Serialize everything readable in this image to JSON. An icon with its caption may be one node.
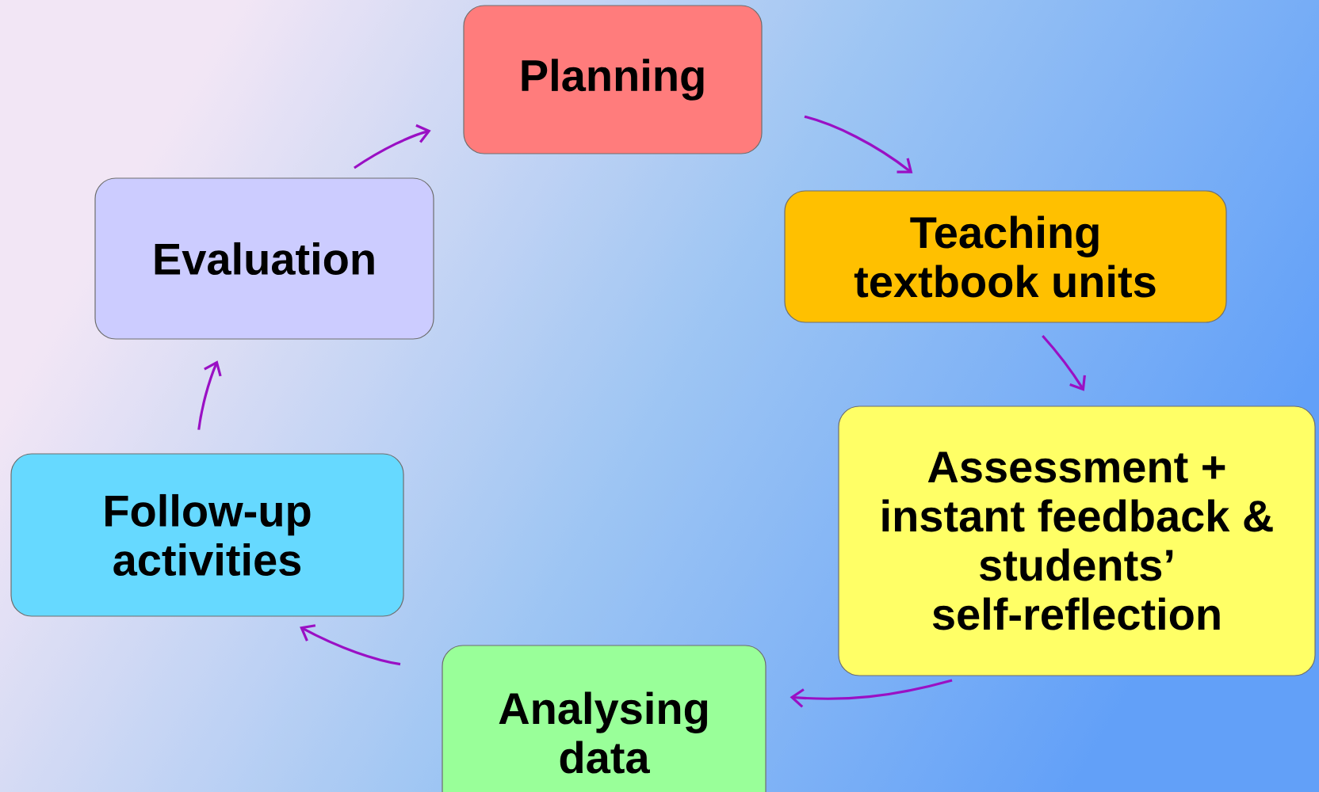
{
  "diagram": {
    "nodes": [
      {
        "text": [
          "Planning"
        ]
      },
      {
        "text": [
          "Teaching textbook units"
        ]
      },
      {
        "text": [
          "Assessment + instant feedback & students’ self-reflection"
        ]
      },
      {
        "text": [
          "Analysing data"
        ]
      },
      {
        "text": [
          "Follow-up activities"
        ]
      },
      {
        "text": [
          "Evaluation"
        ]
      }
    ],
    "edges": [
      {
        "from": 0,
        "to": 1,
        "arrow": "to"
      },
      {
        "from": 1,
        "to": 2,
        "arrow": "to"
      },
      {
        "from": 2,
        "to": 3,
        "arrow": "to"
      },
      {
        "from": 3,
        "to": 4,
        "arrow": "to"
      },
      {
        "from": 4,
        "to": 5,
        "arrow": "to"
      },
      {
        "from": 5,
        "to": 0,
        "arrow": "to"
      }
    ]
  }
}
